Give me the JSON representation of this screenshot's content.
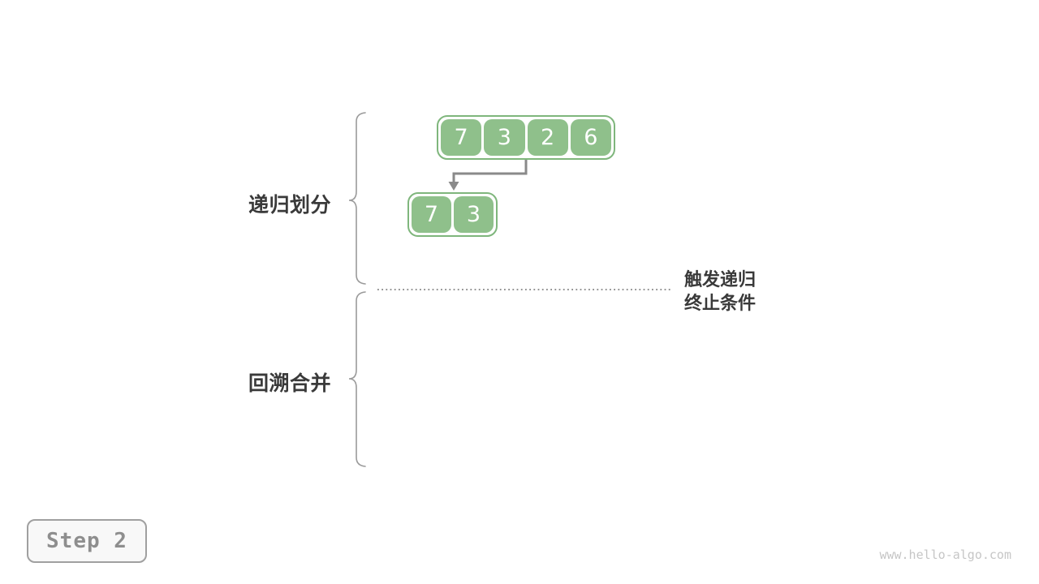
{
  "diagram": {
    "section_labels": {
      "divide": "递归划分",
      "merge": "回溯合并"
    },
    "terminate_note": {
      "line1": "触发递归",
      "line2": "终止条件"
    },
    "arrays": {
      "parent": {
        "values": [
          "7",
          "3",
          "2",
          "6"
        ]
      },
      "child": {
        "values": [
          "7",
          "3"
        ]
      }
    },
    "colors": {
      "cell_fill": "#8FC08B",
      "cell_border": "#7FB67C",
      "arrow": "#8A8A8A",
      "brace": "#9A9A9A",
      "dotted_line": "#6E6E6E",
      "label_text": "#3A3A3A",
      "badge_text": "#8E8E8E",
      "badge_border": "#A0A0A0",
      "badge_bg": "#F8F8F8",
      "watermark_text": "#C6C6C6"
    }
  },
  "step_badge": {
    "label": "Step 2"
  },
  "watermark": {
    "text": "www.hello-algo.com"
  }
}
